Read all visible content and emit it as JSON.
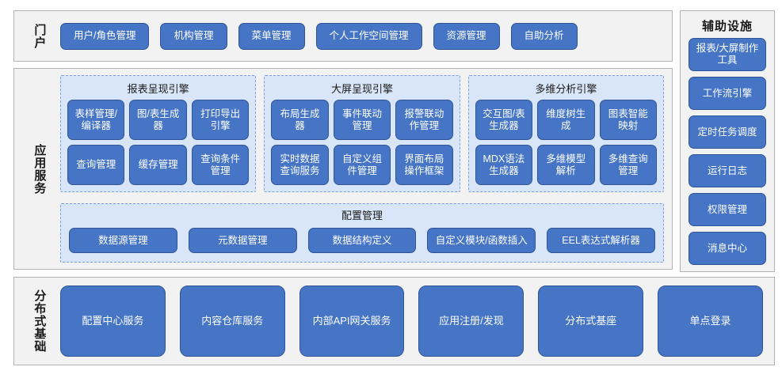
{
  "portal": {
    "label": "门户",
    "items": [
      {
        "label": "用户/角色管理"
      },
      {
        "label": "机构管理"
      },
      {
        "label": "菜单管理"
      },
      {
        "label": "个人工作空间管理"
      },
      {
        "label": "资源管理"
      },
      {
        "label": "自助分析"
      }
    ]
  },
  "aux": {
    "title": "辅助设施",
    "items": [
      {
        "label": "报表/大屏制作工具"
      },
      {
        "label": "工作流引擎"
      },
      {
        "label": "定时任务调度"
      },
      {
        "label": "运行日志"
      },
      {
        "label": "权限管理"
      },
      {
        "label": "消息中心"
      }
    ]
  },
  "app_services": {
    "label": "应用服务",
    "engines": [
      {
        "title": "报表呈现引擎",
        "items": [
          {
            "label": "表样管理/编译器"
          },
          {
            "label": "图/表生成器"
          },
          {
            "label": "打印导出引擎"
          },
          {
            "label": "查询管理"
          },
          {
            "label": "缓存管理"
          },
          {
            "label": "查询条件管理"
          }
        ]
      },
      {
        "title": "大屏呈现引擎",
        "items": [
          {
            "label": "布局生成器"
          },
          {
            "label": "事件联动管理"
          },
          {
            "label": "报警联动作管理"
          },
          {
            "label": "实时数据查询服务"
          },
          {
            "label": "自定义组件管理"
          },
          {
            "label": "界面布局操作框架"
          }
        ]
      },
      {
        "title": "多维分析引擎",
        "items": [
          {
            "label": "交互图/表生成器"
          },
          {
            "label": "维度树生成"
          },
          {
            "label": "图表智能映射"
          },
          {
            "label": "MDX语法生成器"
          },
          {
            "label": "多维模型解析"
          },
          {
            "label": "多维查询管理"
          }
        ]
      }
    ],
    "config": {
      "title": "配置管理",
      "items": [
        {
          "label": "数据源管理"
        },
        {
          "label": "元数据管理"
        },
        {
          "label": "数据结构定义"
        },
        {
          "label": "自定义模块/函数插入"
        },
        {
          "label": "EEL表达式解析器"
        }
      ]
    }
  },
  "distributed": {
    "label": "分布式基础",
    "items": [
      {
        "label": "配置中心服务"
      },
      {
        "label": "内容仓库服务"
      },
      {
        "label": "内部API网关服务"
      },
      {
        "label": "应用注册/发现"
      },
      {
        "label": "分布式基座"
      },
      {
        "label": "单点登录"
      }
    ]
  },
  "colors": {
    "button_fill": "#4575c4",
    "button_border": "#2f5597",
    "panel_fill": "#f2f2f2",
    "panel_border": "#b3b3b3",
    "engine_fill": "#d9e6f9",
    "engine_border": "#7fa0d4",
    "text_light": "#ffffff",
    "text_dark": "#1a1a1a"
  }
}
